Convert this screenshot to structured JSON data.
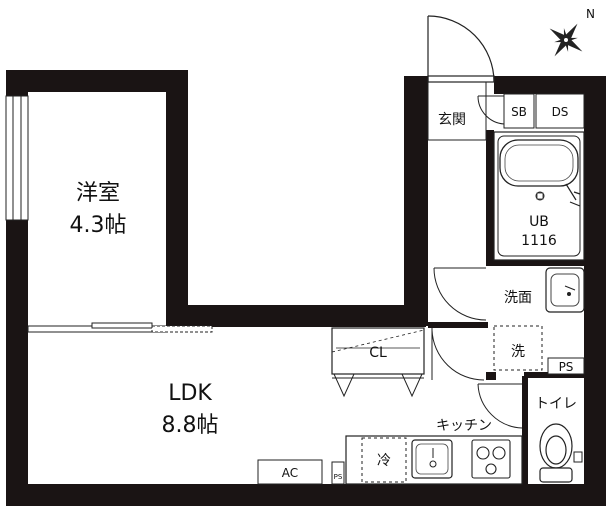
{
  "rooms": {
    "western_room": {
      "name": "洋室",
      "size": "4.3帖"
    },
    "ldk": {
      "name": "LDK",
      "size": "8.8帖"
    },
    "entrance": {
      "name": "玄関"
    },
    "unit_bath": {
      "name": "UB",
      "size": "1116"
    },
    "washroom": {
      "name": "洗面"
    },
    "laundry": {
      "name": "洗"
    },
    "toilet": {
      "name": "トイレ"
    },
    "kitchen": {
      "name": "キッチン"
    }
  },
  "fixtures": {
    "shoe_box": "SB",
    "duct_space": "DS",
    "pipe_space_upper": "PS",
    "pipe_space_lower": "PS",
    "closet": "CL",
    "fridge": "冷",
    "air_conditioner": "AC"
  },
  "compass": {
    "north_label": "N"
  },
  "colors": {
    "wall": "#1a1414",
    "line": "#222222",
    "background": "#ffffff",
    "fixture": "#444444"
  }
}
